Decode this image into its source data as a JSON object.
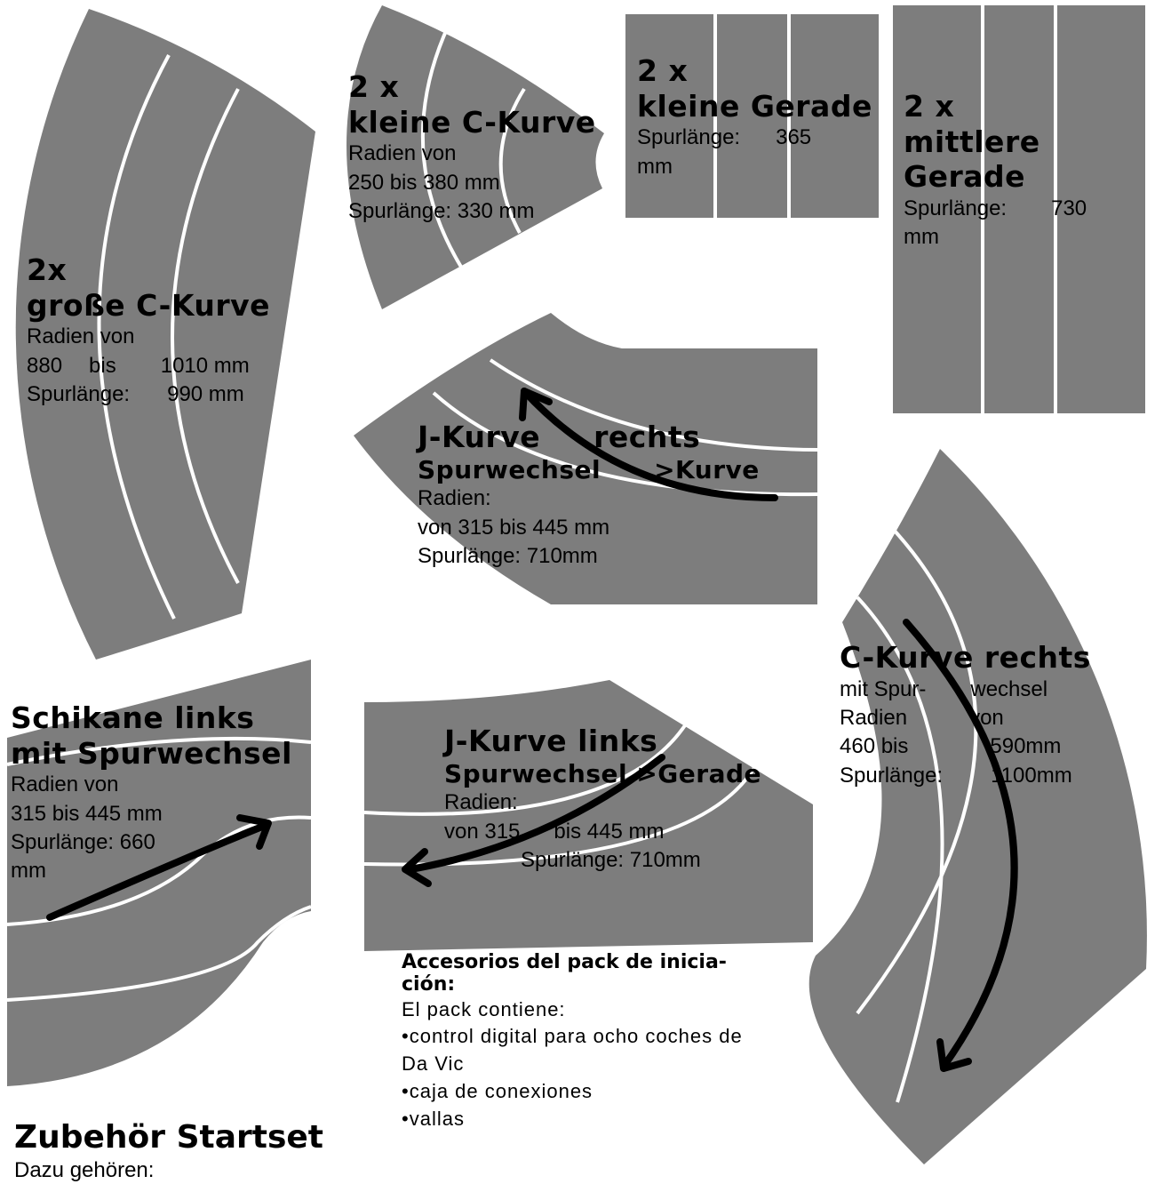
{
  "colors": {
    "track": "#7d7d7d",
    "lane": "#ffffff",
    "arrow": "#000000"
  },
  "pieces": {
    "grosse_c": {
      "h1": "2x",
      "h2": "große C-Kurve",
      "b1": "Radien von",
      "b2a": "880",
      "b2b": "bis",
      "b2c": "1010 mm",
      "b3a": "Spurlänge:",
      "b3b": "990 mm"
    },
    "kleine_c": {
      "h1": "2 x",
      "h2": "kleine C-Kurve",
      "b1": "Radien von",
      "b2": "250 bis 380 mm",
      "b3": "Spurlänge: 330 mm"
    },
    "kleine_g": {
      "h1": "2 x",
      "h2": "kleine Gerade",
      "b1a": "Spurlänge:",
      "b1b": "365",
      "b2": "mm"
    },
    "mittlere_g": {
      "h1": "2 x",
      "h2": "mittlere",
      "h3": "Gerade",
      "b1a": "Spurlänge:",
      "b1b": "730",
      "b2": "mm"
    },
    "j_rechts": {
      "h1a": "J-Kurve",
      "h1b": "rechts",
      "h2a": "Spurwechsel",
      "h2b": ">Kurve",
      "b1": "Radien:",
      "b2": "von 315 bis 445 mm",
      "b3": "Spurlänge: 710mm"
    },
    "schikane": {
      "h1": "Schikane links",
      "h2": "mit Spurwechsel",
      "b1": "Radien von",
      "b2": "315 bis 445 mm",
      "b3": "Spurlänge: 660",
      "b4": "mm"
    },
    "j_links": {
      "h1": "J-Kurve links",
      "h2": "Spurwechsel >Gerade",
      "b1": "Radien:",
      "b2a": "von 315",
      "b2b": "bis 445 mm",
      "b3": "Spurlänge: 710mm"
    },
    "c_rechts": {
      "h1": "C-Kurve rechts",
      "b1a": "mit Spur-",
      "b1b": "wechsel",
      "b2a": "Radien",
      "b2b": "von",
      "b3a": "460 bis",
      "b3b": "590mm",
      "b4a": "Spurlänge:",
      "b4b": "1100mm"
    }
  },
  "accesorios": {
    "title": "Accesorios del pack de inicia-ción:",
    "intro": "El pack contiene:",
    "items": [
      "•control digital para ocho coches de Da Vic",
      "•caja de conexiones",
      "•vallas"
    ]
  },
  "zubehoer": {
    "title": "Zubehör Startset",
    "sub": "Dazu gehören:"
  }
}
